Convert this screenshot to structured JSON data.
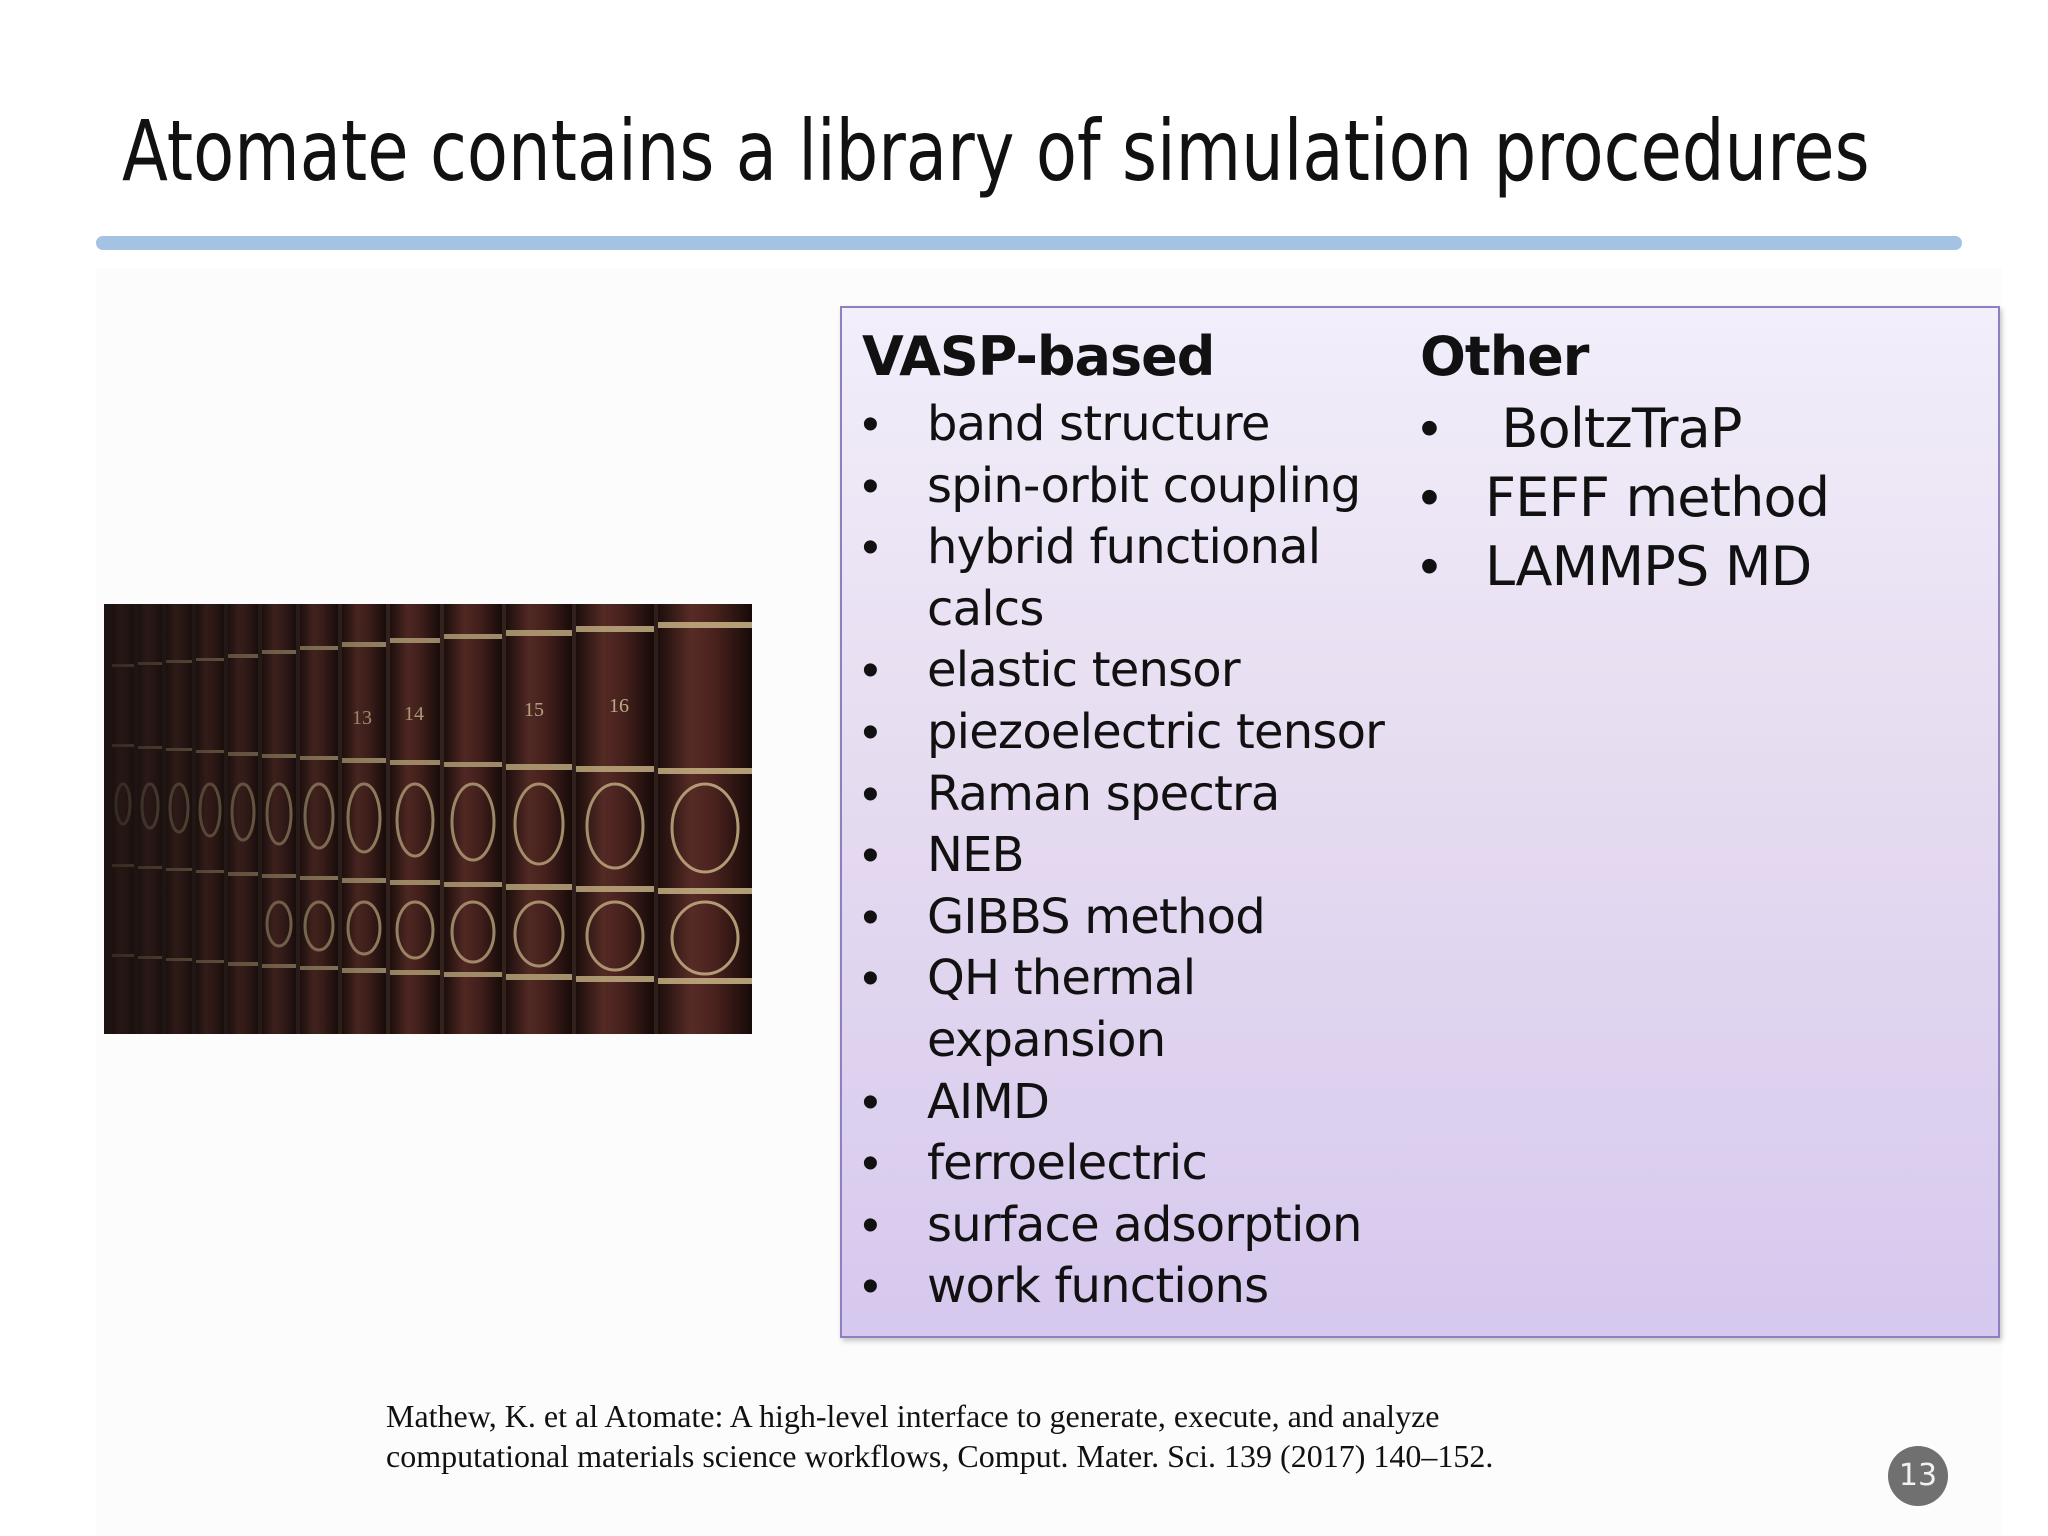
{
  "slide": {
    "title": "Atomate contains a library of simulation procedures",
    "page_number": "13"
  },
  "image": {
    "icon": "encyclopedia-books-photo",
    "spine_numbers": [
      "13",
      "14",
      "15",
      "16"
    ]
  },
  "list_box": {
    "vasp": {
      "heading": "VASP-based",
      "items": [
        {
          "label": "band structure"
        },
        {
          "label": "spin-orbit coupling"
        },
        {
          "label": "hybrid functional\ncalcs"
        },
        {
          "label": "elastic tensor"
        },
        {
          "label": "piezoelectric tensor"
        },
        {
          "label": "Raman spectra"
        },
        {
          "label": "NEB"
        },
        {
          "label": "GIBBS method"
        },
        {
          "label": "QH thermal\nexpansion"
        },
        {
          "label": "AIMD"
        },
        {
          "label": "ferroelectric"
        },
        {
          "label": "surface adsorption"
        },
        {
          "label": "work functions"
        }
      ]
    },
    "other": {
      "heading": "Other",
      "items": [
        {
          "label": " BoltzTraP"
        },
        {
          "label": "FEFF method"
        },
        {
          "label": "LAMMPS MD"
        }
      ]
    }
  },
  "citation": {
    "line1": "Mathew, K. et al Atomate: A high-level interface to generate, execute, and analyze",
    "line2": "computational materials science workflows, Comput. Mater. Sci. 139 (2017) 140–152."
  },
  "colors": {
    "rule": "#a4c2e4",
    "box_border": "#8e7fbf",
    "box_top": "#f2eefa",
    "box_bottom": "#d6c8ee",
    "badge": "#707070"
  }
}
